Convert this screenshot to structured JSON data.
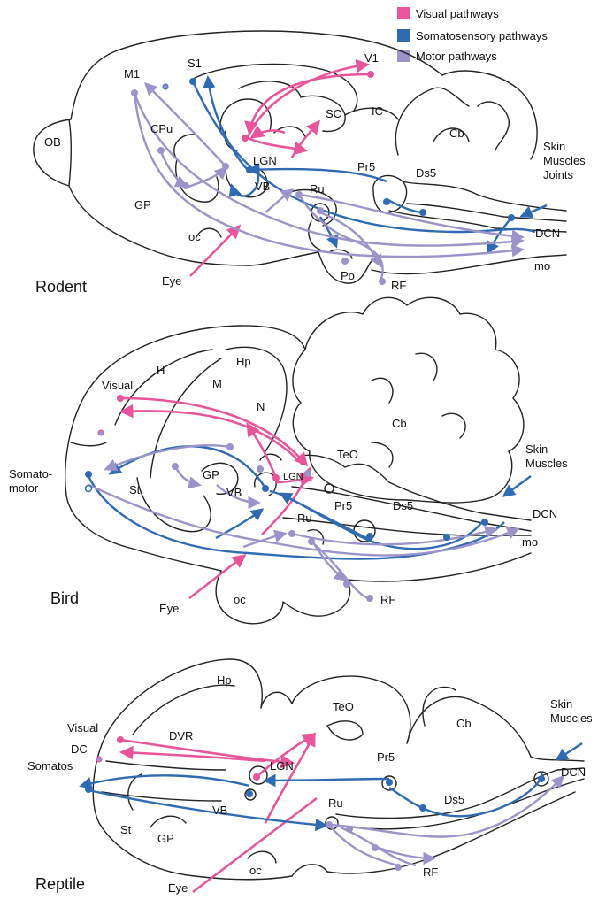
{
  "colors": {
    "visual": "#e8559a",
    "somatosensory": "#2f6bb3",
    "motor": "#9b93c9",
    "outline": "#222222"
  },
  "legend": {
    "visual": "Visual pathways",
    "somatosensory": "Somatosensory pathways",
    "motor": "Motor pathways"
  },
  "rodent": {
    "title": "Rodent",
    "labels": {
      "ob": "OB",
      "m1": "M1",
      "s1": "S1",
      "v1": "V1",
      "cpu": "CPu",
      "sc": "SC",
      "ic": "IC",
      "cb": "Cb",
      "lgn": "LGN",
      "vb": "VB",
      "pr5": "Pr5",
      "ds5": "Ds5",
      "ru": "Ru",
      "gp": "GP",
      "oc": "oc",
      "eye": "Eye",
      "po": "Po",
      "rf": "RF",
      "dcn": "DCN",
      "mo": "mo",
      "skin": "Skin",
      "muscles": "Muscles",
      "joints": "Joints"
    }
  },
  "bird": {
    "title": "Bird",
    "labels": {
      "hp": "Hp",
      "h": "H",
      "m": "M",
      "n": "N",
      "visual": "Visual",
      "cb": "Cb",
      "somato1": "Somato-",
      "somato2": "motor",
      "st": "St",
      "gp": "GP",
      "vb": "VB",
      "lgn": "LGN",
      "teo": "TeO",
      "pr5": "Pr5",
      "ds5": "Ds5",
      "ru": "Ru",
      "oc": "oc",
      "eye": "Eye",
      "rf": "RF",
      "dcn": "DCN",
      "mo": "mo",
      "skin": "Skin",
      "muscles": "Muscles"
    }
  },
  "reptile": {
    "title": "Reptile",
    "labels": {
      "hp": "Hp",
      "teo": "TeO",
      "cb": "Cb",
      "visual": "Visual",
      "dvr": "DVR",
      "dc": "DC",
      "lgn": "LGN",
      "somatos": "Somatos",
      "vb": "VB",
      "pr5": "Pr5",
      "ds5": "Ds5",
      "ru": "Ru",
      "st": "St",
      "gp": "GP",
      "rf": "RF",
      "oc": "oc",
      "eye": "Eye",
      "dcn": "DCN",
      "skin": "Skin",
      "muscles": "Muscles"
    }
  }
}
